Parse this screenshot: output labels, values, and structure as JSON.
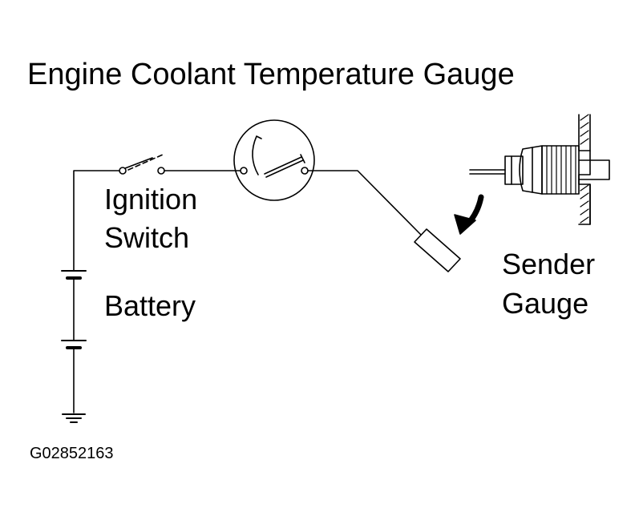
{
  "diagram": {
    "title": "Engine Coolant Temperature Gauge",
    "labels": {
      "ignition_switch_line1": "Ignition",
      "ignition_switch_line2": "Switch",
      "battery": "Battery",
      "sender_gauge_line1": "Sender",
      "sender_gauge_line2": "Gauge"
    },
    "figure_code": "G02852163"
  }
}
